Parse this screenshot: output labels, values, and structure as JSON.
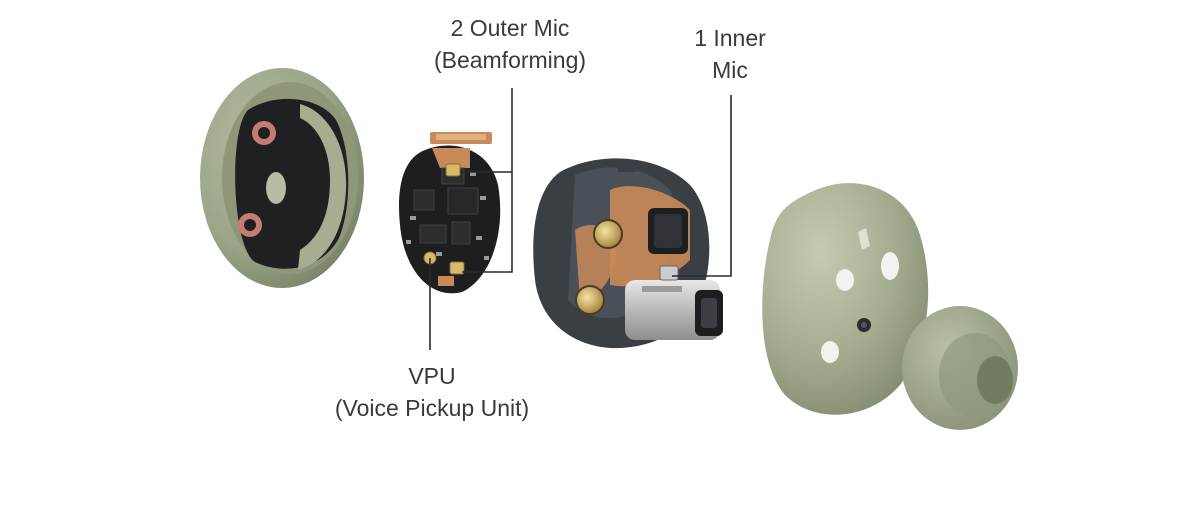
{
  "callouts": {
    "outer_mic": {
      "line1": "2 Outer Mic",
      "line2": "(Beamforming)"
    },
    "inner_mic": {
      "line1": "1 Inner",
      "line2": "Mic"
    },
    "vpu": {
      "line1": "VPU",
      "line2": "(Voice Pickup Unit)"
    }
  },
  "colors": {
    "shell_green": "#9aa486",
    "shell_green_dark": "#7d876b",
    "pcb_black": "#1c1e20",
    "copper": "#c98a58",
    "gold": "#d8b86a",
    "leader_line": "#2a2a2a",
    "label_text": "#3a3a3a"
  }
}
